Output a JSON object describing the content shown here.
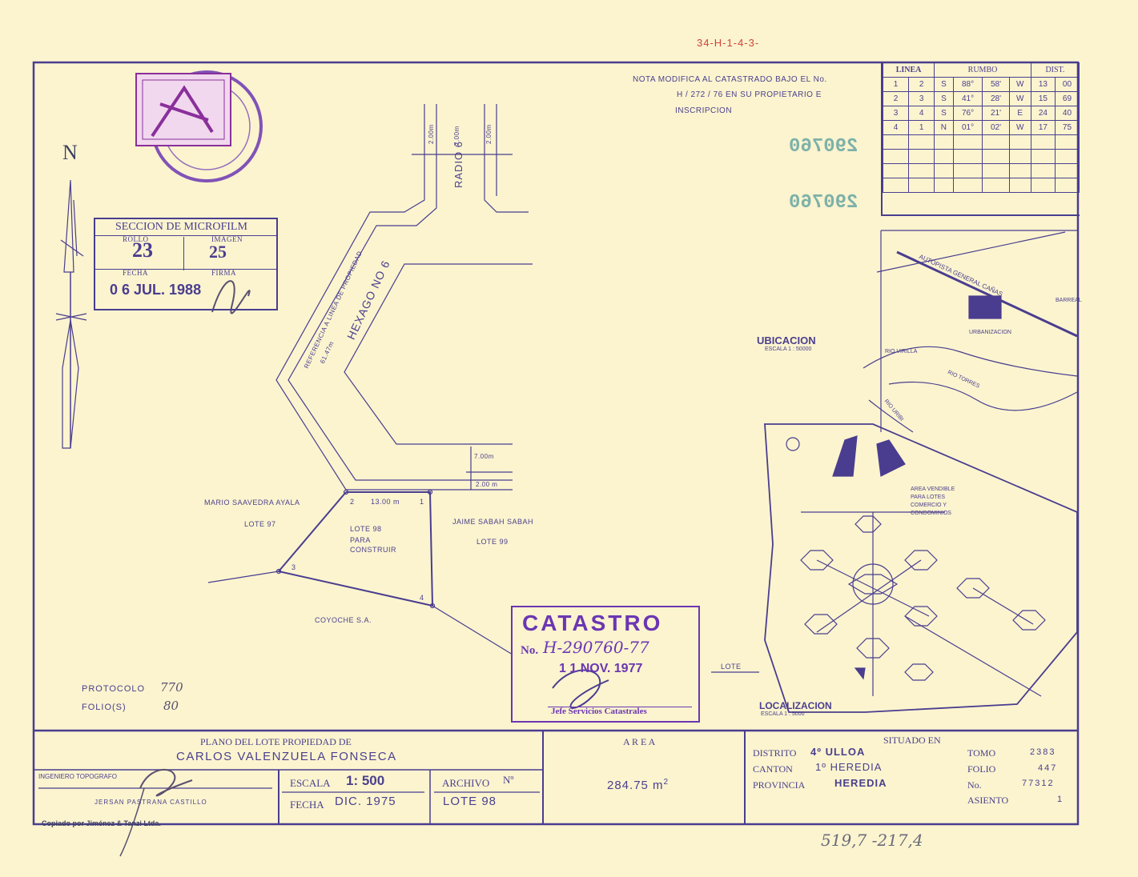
{
  "header": {
    "ref_number": "34-H-1-4-3-",
    "north_label": "N",
    "note_line1": "NOTA MODIFICA AL CATASTRADO BAJO EL No.",
    "note_line2": "H / 272 / 76 EN SU PROPIETARIO E",
    "note_line3": "INSCRIPCION",
    "stamp_number_a": "290760",
    "stamp_number_b": "290760"
  },
  "rumbo_table": {
    "headers": [
      "LINEA",
      "RUMBO",
      "DIST."
    ],
    "rows": [
      [
        "1",
        "2",
        "S",
        "88°",
        "58'",
        "W",
        "13",
        "00"
      ],
      [
        "2",
        "3",
        "S",
        "41°",
        "28'",
        "W",
        "15",
        "69"
      ],
      [
        "3",
        "4",
        "S",
        "76°",
        "21'",
        "E",
        "24",
        "40"
      ],
      [
        "4",
        "1",
        "N",
        "01°",
        "02'",
        "W",
        "17",
        "75"
      ]
    ]
  },
  "microfilm": {
    "title": "SECCION DE MICROFILM",
    "rollo_label": "ROLLO",
    "rollo": "23",
    "imagen_label": "IMAGEN",
    "imagen": "25",
    "fecha_label": "FECHA",
    "fecha": "0 6  JUL. 1988",
    "firma_label": "FIRMA"
  },
  "plan": {
    "radio_label": "RADIO 6",
    "hexago_label": "HEXAGO NO 6",
    "referencia": "REFERENCIA A LINEA DE PROPIEDAD",
    "ref_dist": "61.47m",
    "dim_200_a": "2.00m",
    "dim_700_a": "7.00m",
    "dim_200_b": "2.00m",
    "dim_700_b": "7.00m",
    "dim_200_c": "2.00 m",
    "lado_2_1": "13.00 m",
    "mario": "MARIO SAAVEDRA AYALA",
    "lote97": "LOTE 97",
    "lote98": "LOTE 98",
    "para": "PARA",
    "construir": "CONSTRUIR",
    "jaime": "JAIME SABAH SABAH",
    "lote99": "LOTE 99",
    "coyoche": "COYOCHE S.A.",
    "p1": "1",
    "p2": "2",
    "p3": "3",
    "p4": "4"
  },
  "ubicacion": {
    "title": "UBICACION",
    "escala": "ESCALA 1 : 50000",
    "autopista": "AUTOPISTA GENERAL CAÑAS",
    "urbanizacion": "URBANIZACION",
    "barreal": "BARREAL",
    "rio_virilla": "RIO VIRILLA",
    "rio_torres": "RIO TORRES",
    "rio_uribi": "RIO URIBI"
  },
  "localizacion": {
    "title": "LOCALIZACION",
    "escala": "ESCALA 1 : 5000",
    "area_label1": "AREA VENDIBLE",
    "area_label2": "PARA LOTES",
    "area_label3": "COMERCIO Y",
    "area_label4": "CONDOMINIOS",
    "lote": "LOTE"
  },
  "catastro": {
    "title": "CATASTRO",
    "no_label": "No.",
    "no": "H-290760-77",
    "fecha": "1 1 NOV. 1977",
    "jefe": "Jefe Servicios Catastrales"
  },
  "protocolo": {
    "protocolo_label": "PROTOCOLO",
    "protocolo": "770",
    "folio_label": "FOLIO(S)",
    "folio": "80"
  },
  "title_block": {
    "plano_label": "PLANO DEL LOTE PROPIEDAD DE",
    "owner": "CARLOS VALENZUELA FONSECA",
    "ingeniero_label": "INGENIERO TOPOGRAFO",
    "ingeniero": "JERSAN PASTRANA CASTILLO",
    "escala_label": "ESCALA",
    "escala": "1: 500",
    "fecha_label": "FECHA",
    "fecha": "DIC. 1975",
    "archivo_label": "ARCHIVO",
    "no_label": "Nº",
    "archivo": "LOTE 98",
    "area_label": "A R E A",
    "area": "284.75 m",
    "area_sup": "2",
    "situado": "SITUADO EN",
    "distrito_label": "DISTRITO",
    "distrito": "4º ULLOA",
    "canton_label": "CANTON",
    "canton": "1º HEREDIA",
    "provincia_label": "PROVINCIA",
    "provincia": "HEREDIA",
    "tomo_label": "TOMO",
    "tomo": "2383",
    "folio_label": "FOLIO",
    "folio": "447",
    "no_label2": "No.",
    "no": "77312",
    "asiento_label": "ASIENTO",
    "asiento": "1"
  },
  "footer": {
    "copiado": "Copiado por Jiménez & Tanzi Ltda.",
    "ref_hand": "519,7 -217,4"
  }
}
